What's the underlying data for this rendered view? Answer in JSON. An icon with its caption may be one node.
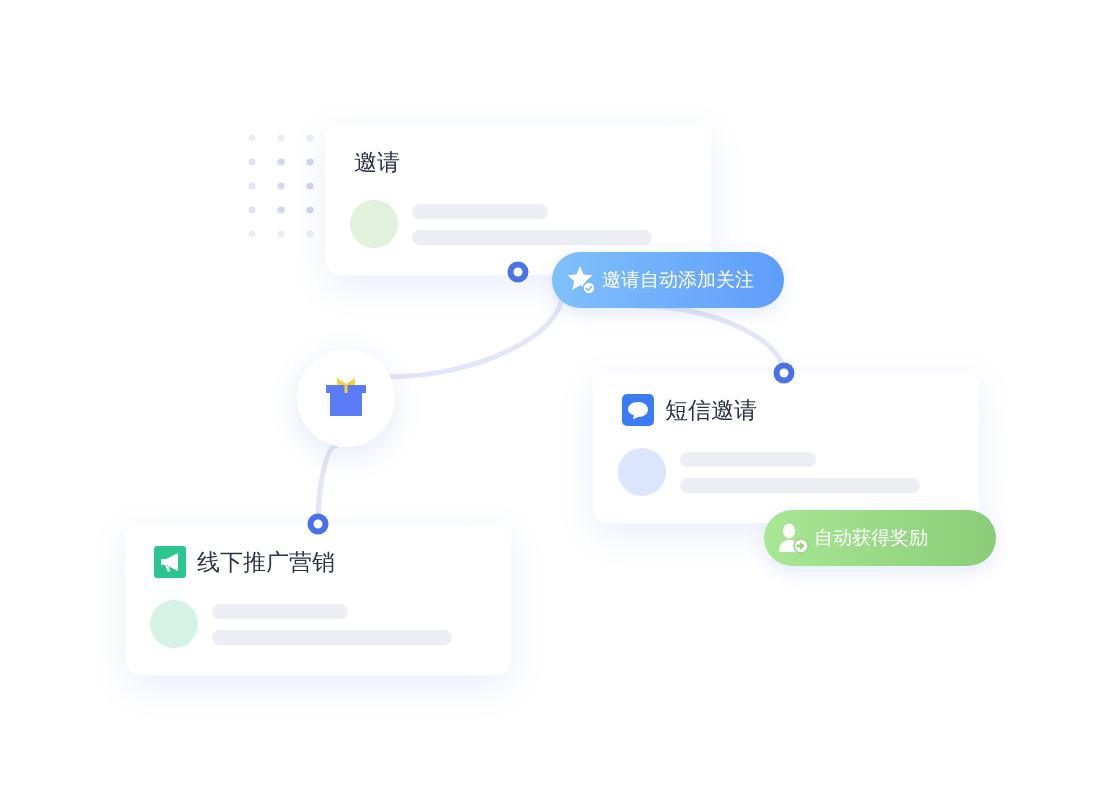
{
  "diagram": {
    "nodes": [
      {
        "text": [
          "邀请"
        ]
      },
      {
        "text": [
          "邀请自动添加关注"
        ]
      },
      {
        "text": [],
        "shape": "circle"
      },
      {
        "text": [
          "短信邀请"
        ]
      },
      {
        "text": [
          "线下推广营销"
        ]
      },
      {
        "text": [
          "自动获得奖励"
        ]
      }
    ],
    "edges": [
      {
        "from": 2,
        "to": 1,
        "arrow": "none"
      },
      {
        "from": 1,
        "to": 3,
        "arrow": "none"
      },
      {
        "from": 2,
        "to": 4,
        "arrow": "none"
      }
    ]
  }
}
